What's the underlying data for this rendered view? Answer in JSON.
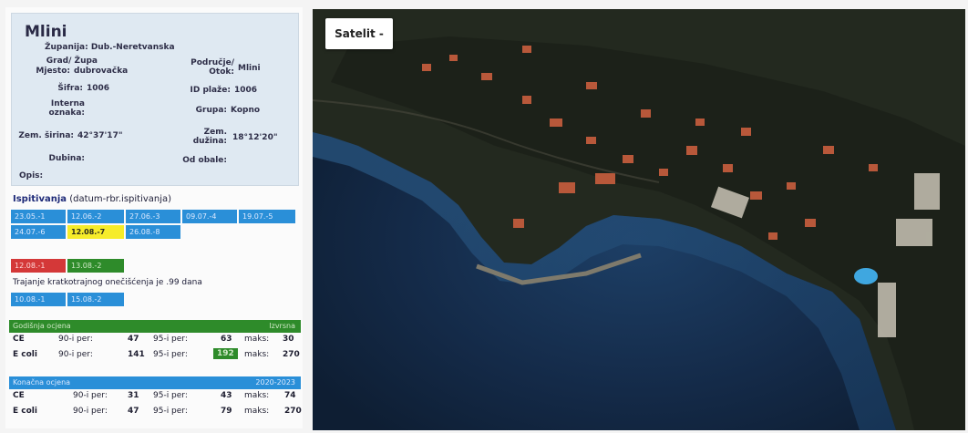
{
  "title": "Mlini",
  "info": {
    "zupanija": "Županija: Dub.-Neretvanska",
    "grad_label": "Grad/ Župa",
    "mjesto_label": "Mjesto:",
    "mjesto_value": "dubrovačka",
    "podrucje_label": "Područje/ Otok:",
    "podrucje_value": "Mlini",
    "sifra_label": "Šifra:",
    "sifra_value": "1006",
    "idplaze_label": "ID plaže:",
    "idplaze_value": "1006",
    "interna_label": "Interna oznaka:",
    "grupa_label": "Grupa:",
    "grupa_value": "Kopno",
    "zem_sirina_label": "Zem. širina:",
    "zem_sirina_value": "42°37'17\"",
    "zem_duzina_label": "Zem. dužina:",
    "zem_duzina_value": "18°12'20\"",
    "dubina_label": "Dubina:",
    "od_obale_label": "Od obale:",
    "opis_label": "Opis:"
  },
  "ispitivanja": {
    "heading": "Ispitivanja",
    "subheading": "(datum-rbr.ispitivanja)",
    "row1": [
      "23.05.-1",
      "12.06.-2",
      "27.06.-3",
      "09.07.-4",
      "19.07.-5"
    ],
    "row2": [
      "24.07.-6",
      "12.08.-7",
      "26.08.-8"
    ]
  },
  "oneciscenje": {
    "items": [
      "12.08.-1",
      "13.08.-2"
    ],
    "trajanje": "Trajanje kratkotrajnog onečišćenja je .99 dana",
    "trajanje_items": [
      "10.08.-1",
      "15.08.-2"
    ]
  },
  "godisnja": {
    "heading": "Godišnja ocjena",
    "result": "Izvrsna",
    "rows": [
      {
        "name": "CE",
        "p90_label": "90-i per:",
        "p90": "47",
        "p95_label": "95-i per:",
        "p95": "63",
        "maks_label": "maks:",
        "maks": "30"
      },
      {
        "name": "E coli",
        "p90_label": "90-i per:",
        "p90": "141",
        "p95_label": "95-i per:",
        "p95": "192",
        "maks_label": "maks:",
        "maks": "270"
      }
    ]
  },
  "konacna": {
    "heading": "Konačna ocjena",
    "result": "2020-2023",
    "rows": [
      {
        "name": "CE",
        "p90_label": "90-i per:",
        "p90": "31",
        "p95_label": "95-i per:",
        "p95": "43",
        "maks_label": "maks:",
        "maks": "74"
      },
      {
        "name": "E coli",
        "p90_label": "90-i per:",
        "p90": "47",
        "p95_label": "95-i per:",
        "p95": "79",
        "maks_label": "maks:",
        "maks": "270"
      }
    ]
  },
  "map": {
    "sat_button": "Satelit -",
    "sea_color": "#132a46",
    "land_color": "#252a24"
  }
}
